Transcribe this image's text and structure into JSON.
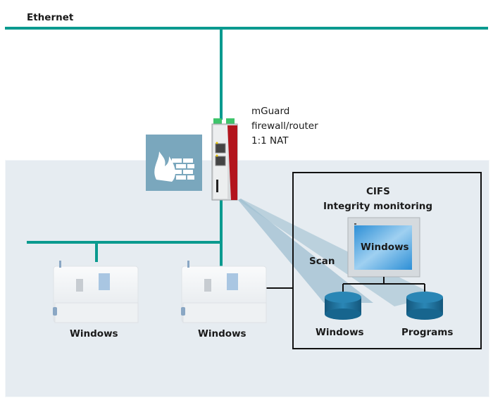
{
  "ethernet": {
    "label": "Ethernet"
  },
  "router": {
    "name": "mGuard",
    "type": "firewall/router",
    "mode": "1:1 NAT",
    "brand_mark": "mGuard"
  },
  "firewall_icon": "firewall-icon",
  "cifs_box": {
    "title": "CIFS",
    "subtitle": "Integrity monitoring",
    "monitor_label": "Windows",
    "databases": [
      {
        "label": "Windows"
      },
      {
        "label": "Programs"
      }
    ]
  },
  "scan_label": "Scan",
  "machines": [
    {
      "label": "Windows"
    },
    {
      "label": "Windows"
    }
  ],
  "colors": {
    "ethernet": "#0a9a8f",
    "panel": "#e6ecf1",
    "firewall_tile": "#7aa7bd",
    "router_red": "#b3151d",
    "scan_beam": "#9fbfd0",
    "database": "#1e6e98",
    "monitor_screen": "#3a9ad8"
  }
}
